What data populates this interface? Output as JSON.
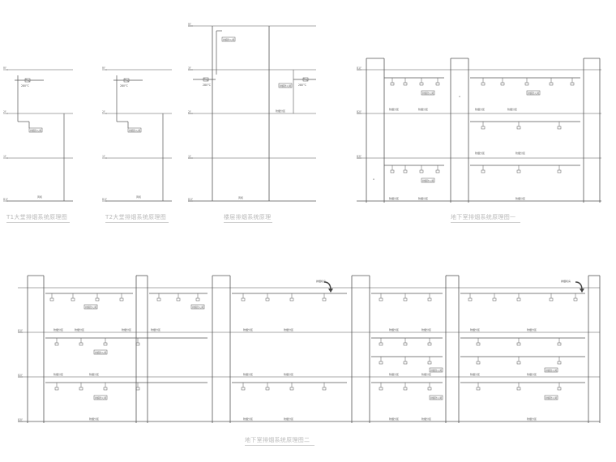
{
  "captions": {
    "c1": "T1大堂排烟系统原理图",
    "c2": "T2大堂排烟系统原理图",
    "c3": "楼层排烟系统原理",
    "c4": "地下室排烟系统原理图一",
    "c5": "地下室排烟系统原理图二"
  },
  "labels": {
    "temp": "280°C",
    "valve": "排烟防火阀",
    "fan_room": "排烟机房",
    "fan": "风机",
    "zone": "防烟分区",
    "floor_roof": "RF",
    "floor_b1": "B1F",
    "floor_b2": "B2F",
    "floor_b3": "B3F"
  }
}
